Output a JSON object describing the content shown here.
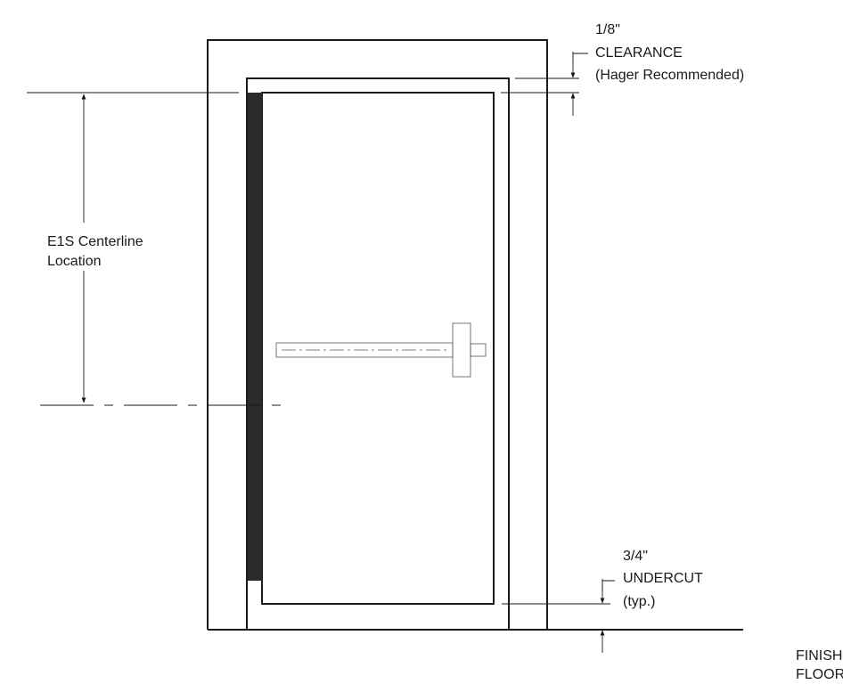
{
  "labels": {
    "clearance_line1": "1/8\"",
    "clearance_line2": "CLEARANCE",
    "clearance_line3": "(Hager Recommended)",
    "centerline_line1": "E1S Centerline",
    "centerline_line2": "Location",
    "undercut_line1": "3/4\"",
    "undercut_line2": "UNDERCUT",
    "undercut_line3": "(typ.)",
    "floor_line1": "FINISH",
    "floor_line2": "FLOOR"
  },
  "colors": {
    "line": "#1a1a1a",
    "hinge_strip": "#2b2b2b",
    "background": "#ffffff"
  }
}
